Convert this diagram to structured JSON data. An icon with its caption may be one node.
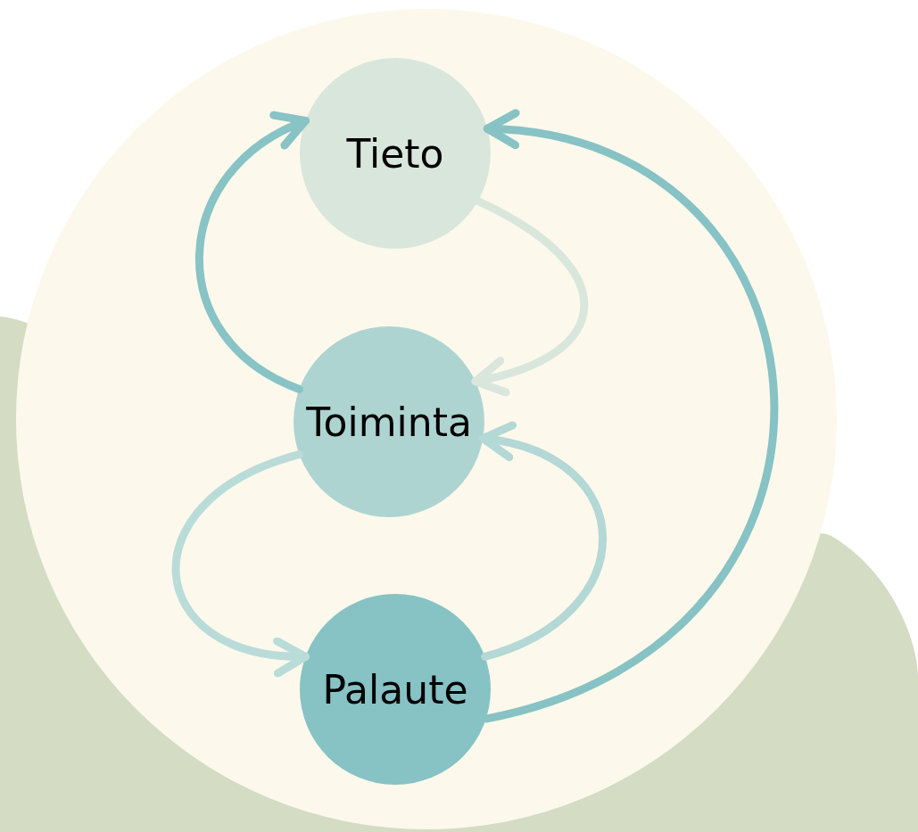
{
  "diagram": {
    "nodes": [
      {
        "text": [],
        "shape": "circle"
      },
      {
        "text": [
          "Tieto"
        ],
        "in": 0
      },
      {
        "text": [
          "Toiminta"
        ],
        "in": 0
      },
      {
        "text": [
          "Palaute"
        ],
        "in": 0
      }
    ],
    "edges": [
      {
        "from": 2,
        "to": 1,
        "arrow": "to",
        "color": "#88c3c5"
      },
      {
        "from": 1,
        "to": 2,
        "arrow": "to",
        "color": "#d9e6dc"
      },
      {
        "from": 2,
        "to": 3,
        "arrow": "to",
        "color": "#badcd9"
      },
      {
        "from": 3,
        "to": 2,
        "arrow": "to",
        "color": "#b3d8d6"
      },
      {
        "from": 3,
        "to": 1,
        "arrow": "to",
        "color": "#87c2c5"
      }
    ]
  }
}
